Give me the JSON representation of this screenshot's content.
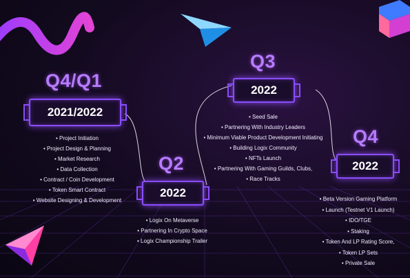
{
  "milestones": [
    {
      "quarter": "Q4/Q1",
      "year": "2021/2022",
      "items": [
        "Project Initiation",
        "Project Design & Planning",
        "Market Research",
        "Data Collection",
        "Contract / Coin Development",
        "Token Smart Contract",
        "Website Designing & Development"
      ]
    },
    {
      "quarter": "Q2",
      "year": "2022",
      "items": [
        "Logix On Metaverse",
        "Partnering In Crypto Space",
        "Logix Championship Trailer"
      ]
    },
    {
      "quarter": "Q3",
      "year": "2022",
      "items": [
        "Seed Sale",
        "Partnering With Industry Leaders",
        "Minimum Viable Product Development Initiating",
        "Building Logix Community",
        "NFTs Launch",
        "Partnering With Gaming Guilds, Clubs,",
        "Race Tracks"
      ]
    },
    {
      "quarter": "Q4",
      "year": "2022",
      "items": [
        "Beta Version Gaming Platform",
        "Launch (Testnet V1 Launch)",
        "IDO/TGE",
        "Staking",
        "Token And LP Rating Score,",
        "Token LP Sets",
        "Private Sale"
      ]
    }
  ],
  "colors": {
    "accent": "#8a4dff",
    "label": "#b77cff",
    "background": "#130a1f",
    "pink": "#e040c8",
    "blue": "#2aa6ff"
  },
  "icons": {
    "paper_plane": "paper-plane-icon",
    "wave": "neon-wave-decoration",
    "pyramid": "triangle-pyramid-icon",
    "cube": "neon-cube-decoration"
  }
}
